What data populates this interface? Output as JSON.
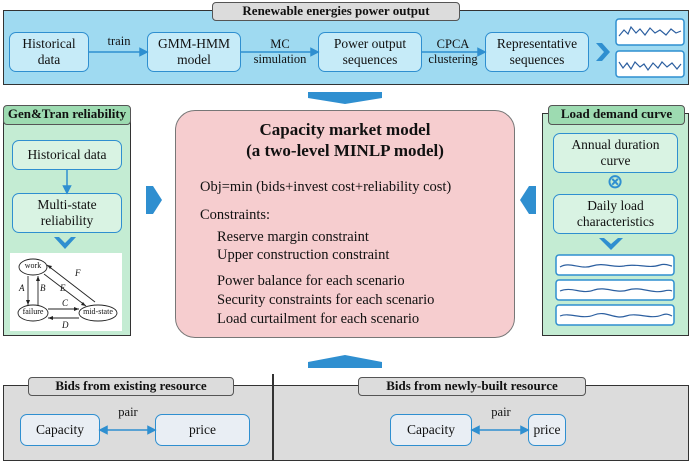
{
  "top": {
    "title": "Renewable energies power output",
    "historical": "Historical data",
    "train": "train",
    "gmm": "GMM-HMM model",
    "mc": "MC simulation",
    "sequences": "Power output sequences",
    "cpca": "CPCA clustering",
    "representative": "Representative sequences"
  },
  "left": {
    "title": "Gen&Tran reliability",
    "historical": "Historical data",
    "multistate": "Multi-state reliability",
    "diagram": {
      "work": "work",
      "failure": "failure",
      "midstate": "mid-state",
      "A": "A",
      "B": "B",
      "C": "C",
      "D": "D",
      "E": "E",
      "F": "F"
    }
  },
  "right": {
    "title": "Load demand curve",
    "annual": "Annual duration curve",
    "daily": "Daily load characteristics",
    "op_symbol": "⊗"
  },
  "center": {
    "title1": "Capacity market model",
    "title2": "(a two-level MINLP model)",
    "obj": "Obj=min (bids+invest cost+reliability cost)",
    "constraints_label": "Constraints:",
    "c1": "Reserve margin constraint",
    "c2": "Upper construction constraint",
    "c3": "Power balance for each scenario",
    "c4": "Security constraints for each scenario",
    "c5": "Load curtailment for each scenario"
  },
  "bottom": {
    "left_title": "Bids from existing resource",
    "right_title": "Bids from newly-built resource",
    "capacity": "Capacity",
    "price": "price",
    "pair": "pair"
  },
  "colors": {
    "top_panel": "#9fdaf1",
    "side_panel": "#c4ecd3",
    "center_panel": "#f6cdcf",
    "bottom_panel": "#dcdcdc",
    "arrow": "#2f8fd0"
  }
}
